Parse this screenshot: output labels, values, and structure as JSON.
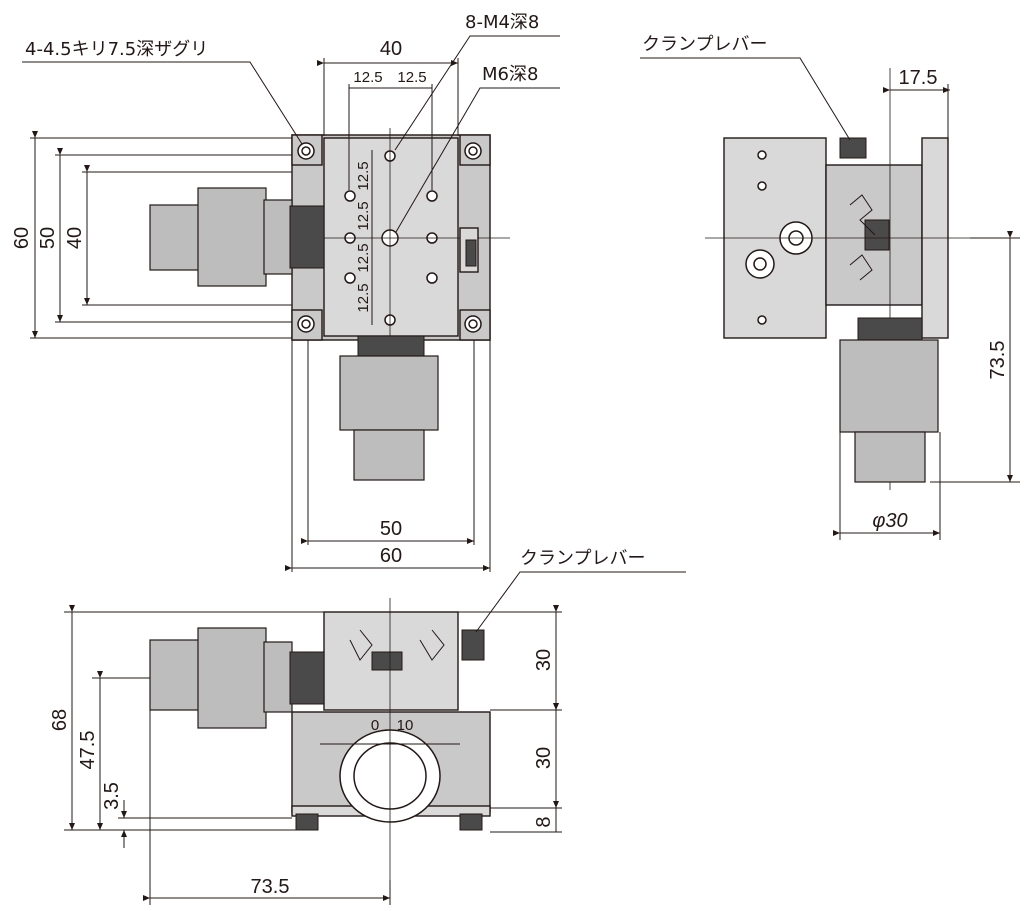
{
  "top_view": {
    "counterbore_note": "4-4.5キリ7.5深ザグリ",
    "tapped_hole_note": "8-M4深8",
    "center_hole_note": "M6深8",
    "dim_top_width": "40",
    "dim_pitch_left": "12.5",
    "dim_pitch_right": "12.5",
    "dim_v_pitch_1": "12.5",
    "dim_v_pitch_2": "12.5",
    "dim_v_pitch_3": "12.5",
    "dim_v_pitch_4": "12.5",
    "dim_left_60": "60",
    "dim_left_50": "50",
    "dim_left_40": "40",
    "dim_bottom_50": "50",
    "dim_bottom_60": "60"
  },
  "side_view": {
    "clamp_lever_label": "クランプレバー",
    "dim_top_17_5": "17.5",
    "dim_right_73_5": "73.5",
    "dim_bottom_phi30": "φ30"
  },
  "front_view": {
    "clamp_lever_label": "クランプレバー",
    "dim_left_68": "68",
    "dim_left_47_5": "47.5",
    "dim_left_3_5": "3.5",
    "dim_right_30_top": "30",
    "dim_right_30_mid": "30",
    "dim_right_8": "8",
    "dim_bottom_73_5": "73.5",
    "scale_0": "0",
    "scale_10": "10"
  }
}
